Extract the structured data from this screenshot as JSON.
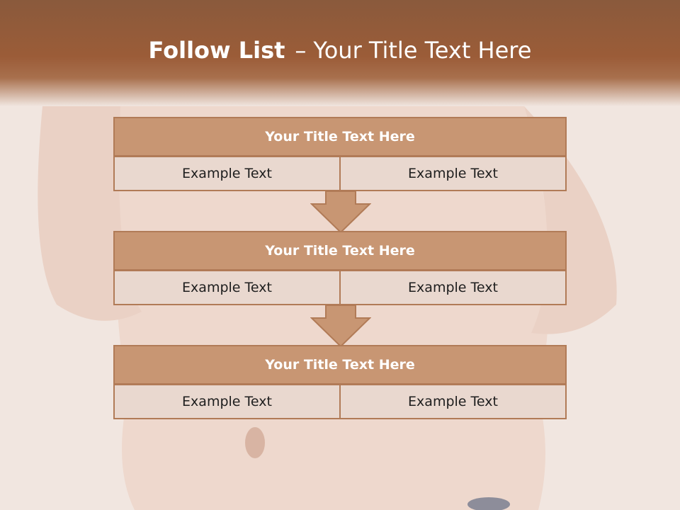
{
  "header": {
    "title_bold": "Follow List",
    "title_separator": "–",
    "title_rest": "Your Title Text Here"
  },
  "colors": {
    "header": "#9b5c38",
    "box_title": "#c89673",
    "box_cell": "#e9d8cf",
    "border": "#b17b57",
    "arrow": "#c89673"
  },
  "steps": [
    {
      "title": "Your Title Text Here",
      "left": "Example Text",
      "right": "Example Text"
    },
    {
      "title": "Your Title Text Here",
      "left": "Example Text",
      "right": "Example Text"
    },
    {
      "title": "Your Title Text Here",
      "left": "Example Text",
      "right": "Example Text"
    }
  ]
}
